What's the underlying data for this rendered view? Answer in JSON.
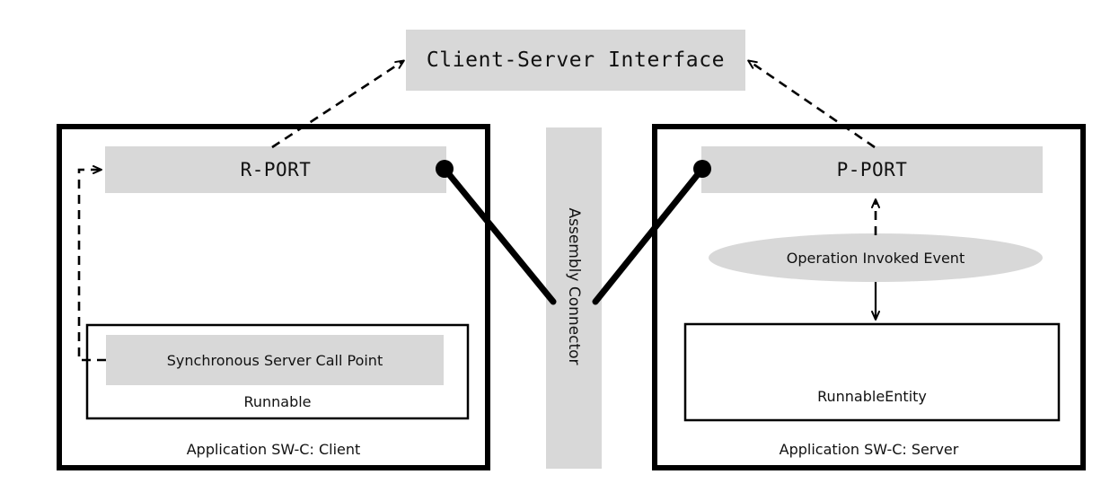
{
  "diagram": {
    "title": "Client-Server Interface",
    "interface_box": {
      "label": "Client-Server Interface"
    },
    "assembly_connector": {
      "label": "Assembly Connector"
    },
    "client": {
      "swc_label": "Application SW-C: Client",
      "port_label": "R-PORT",
      "runnable_label": "Runnable",
      "call_point_label": "Synchronous Server Call Point"
    },
    "server": {
      "swc_label": "Application SW-C: Server",
      "port_label": "P-PORT",
      "event_label": "Operation Invoked Event",
      "runnable_label": "RunnableEntity"
    },
    "colors": {
      "fill_gray": "#d8d8d8",
      "stroke_black": "#000000",
      "text": "#111111",
      "background": "#ffffff"
    }
  }
}
